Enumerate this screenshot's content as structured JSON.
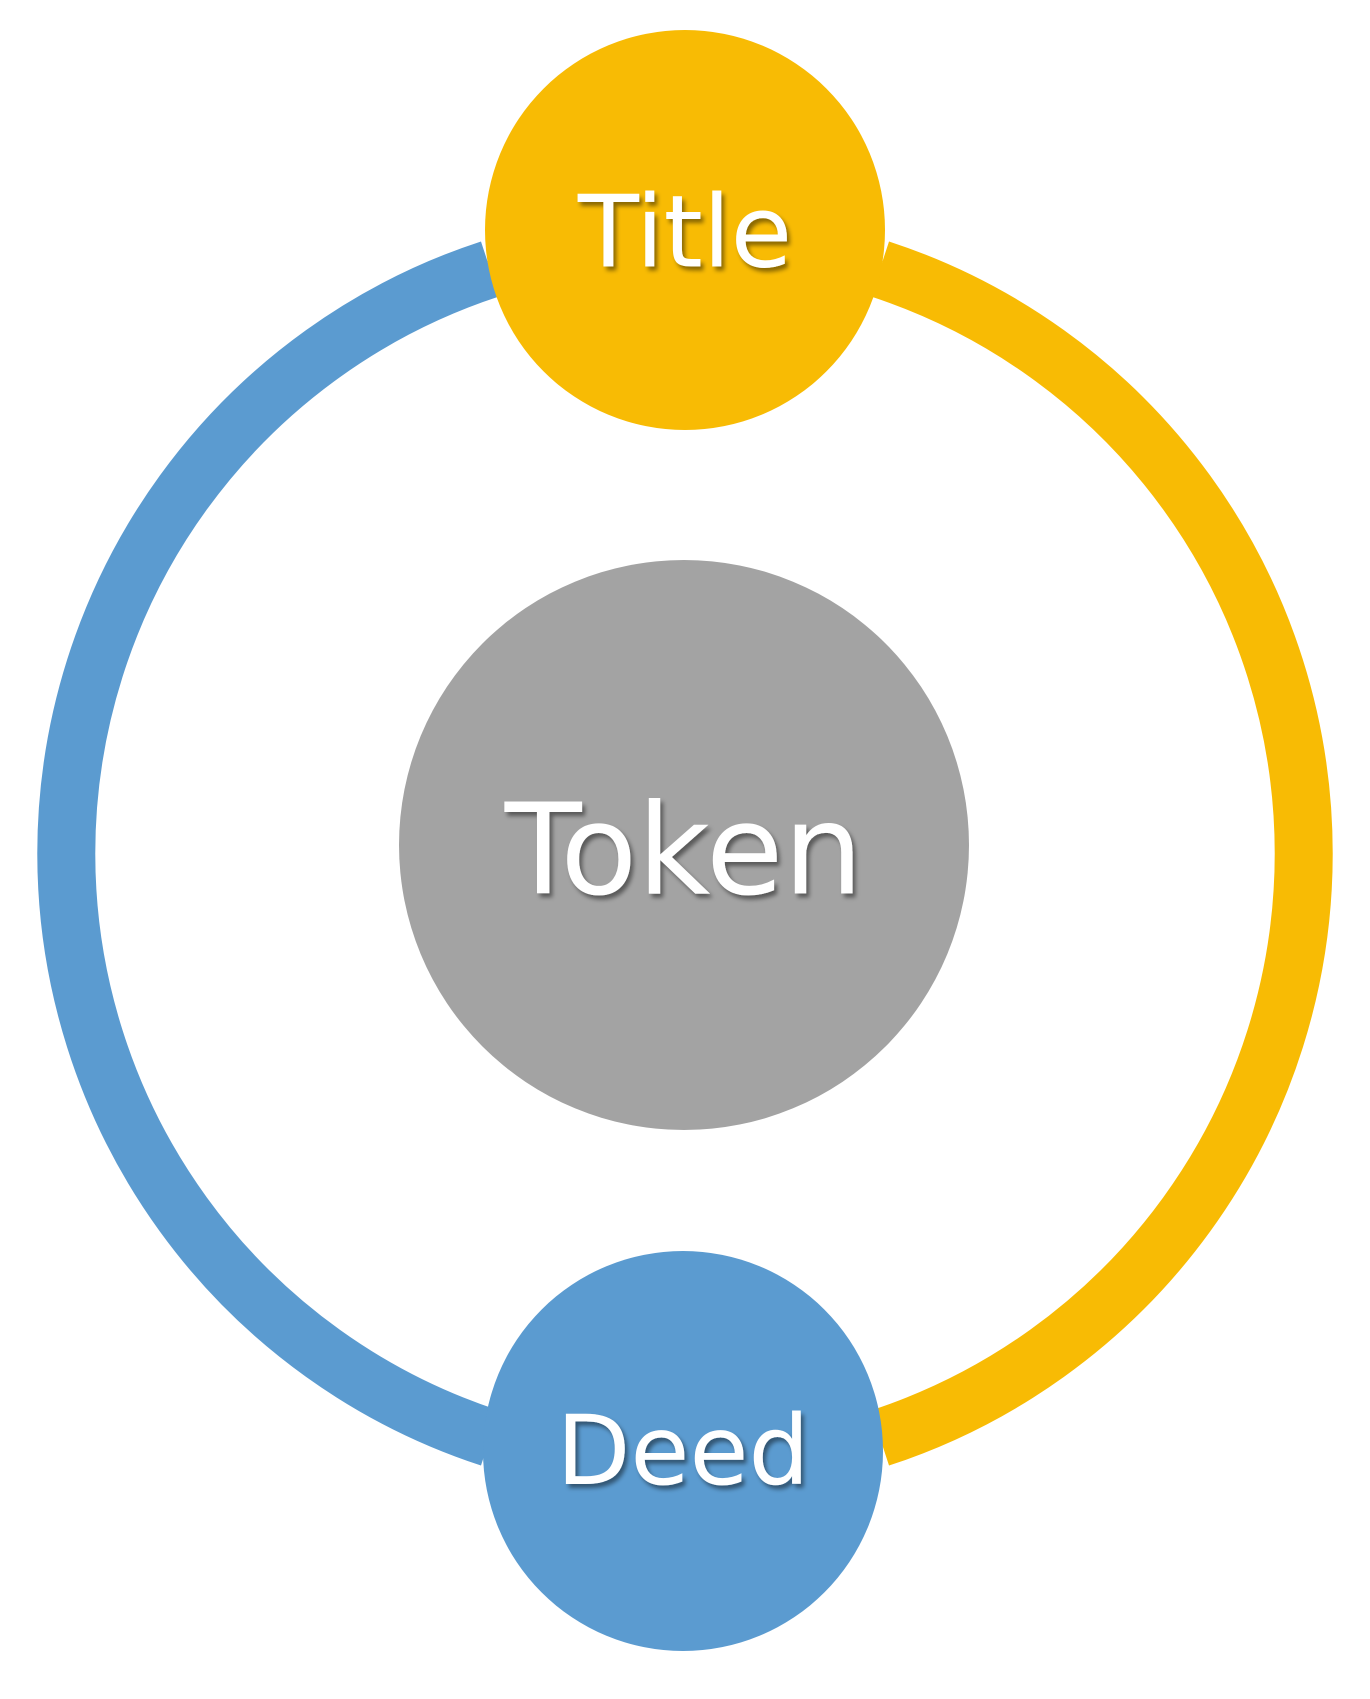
{
  "diagram": {
    "nodes": {
      "top": {
        "label": "Title",
        "color": "#F8BB04"
      },
      "center": {
        "label": "Token",
        "color": "#A3A3A3"
      },
      "bottom": {
        "label": "Deed",
        "color": "#5B9BD0"
      }
    },
    "ring": {
      "left_arc_color": "#5B9BD0",
      "right_arc_color": "#F8BB04"
    }
  }
}
